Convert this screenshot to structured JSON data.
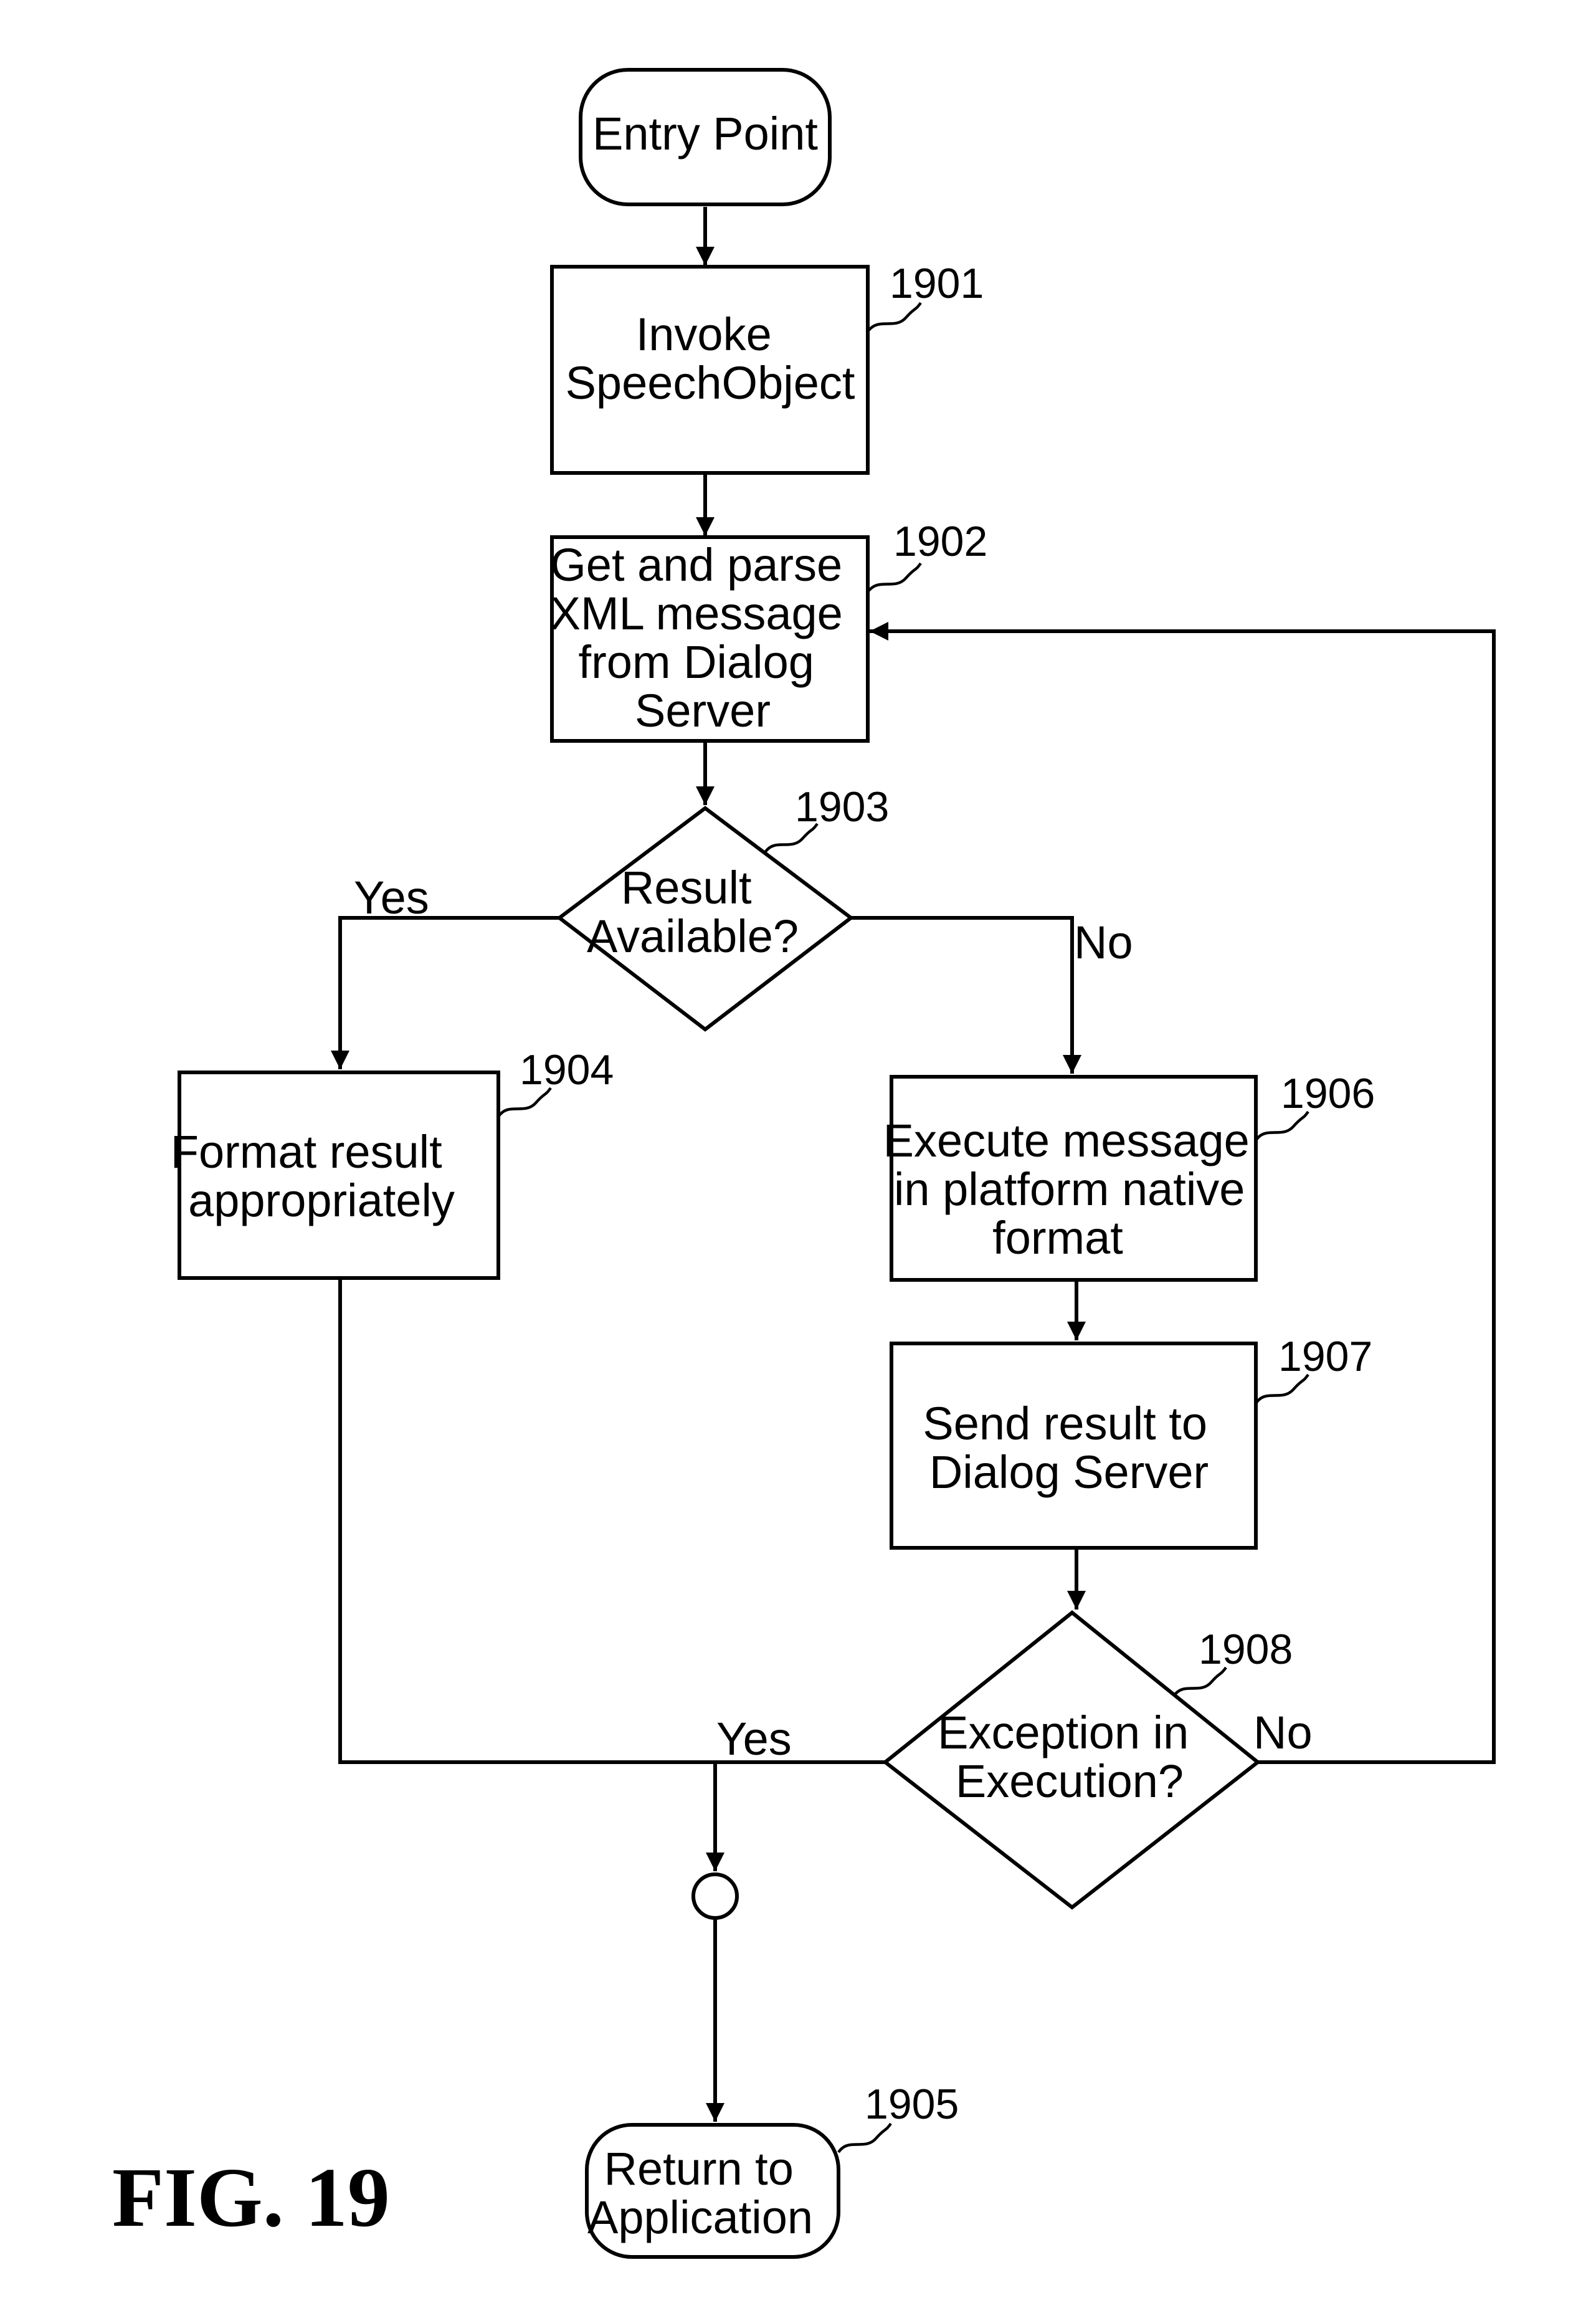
{
  "figure": {
    "label": "FIG. 19"
  },
  "nodes": {
    "entry": {
      "lines": [
        "Entry Point"
      ]
    },
    "n1901": {
      "ref": "1901",
      "lines": [
        "Invoke",
        "SpeechObject"
      ]
    },
    "n1902": {
      "ref": "1902",
      "lines": [
        "Get and parse",
        "XML message",
        "from Dialog",
        "Server"
      ]
    },
    "n1903": {
      "ref": "1903",
      "lines": [
        "Result",
        "Available?"
      ]
    },
    "n1904": {
      "ref": "1904",
      "lines": [
        "Format result",
        "appropriately"
      ]
    },
    "n1906": {
      "ref": "1906",
      "lines": [
        "Execute message",
        "in platform native",
        "format"
      ]
    },
    "n1907": {
      "ref": "1907",
      "lines": [
        "Send result to",
        "Dialog Server"
      ]
    },
    "n1908": {
      "ref": "1908",
      "lines": [
        "Exception in",
        "Execution?"
      ]
    },
    "n1905": {
      "ref": "1905",
      "lines": [
        "Return to",
        "Application"
      ]
    }
  },
  "edges": {
    "d1903_yes": "Yes",
    "d1903_no": "No",
    "d1908_yes": "Yes",
    "d1908_no": "No"
  }
}
